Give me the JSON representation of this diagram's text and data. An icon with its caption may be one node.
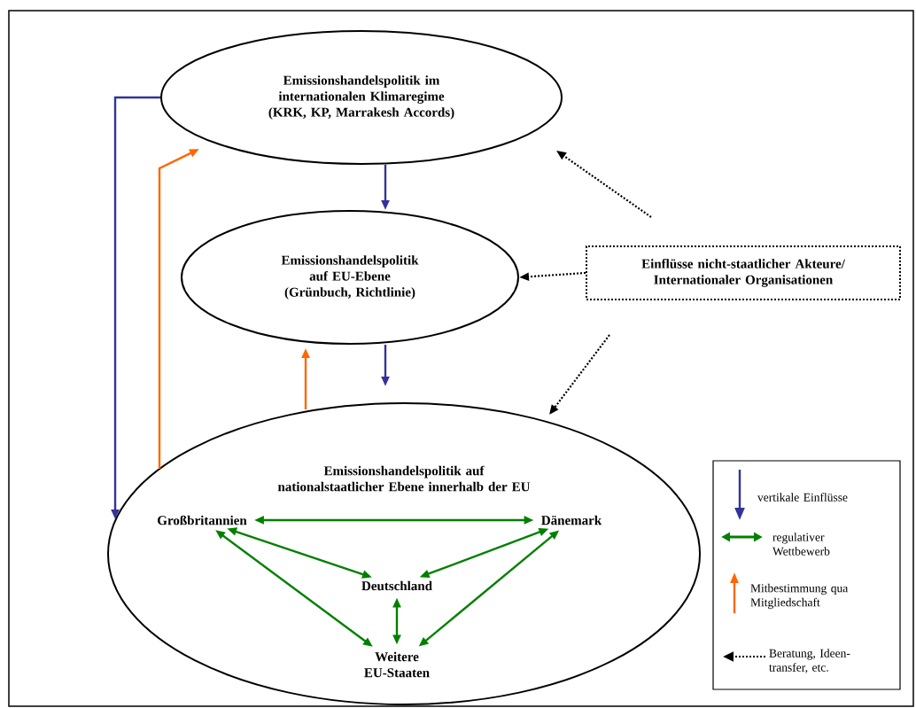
{
  "diagram": {
    "nodes": [
      {
        "text": [
          "Emissionshandelspolitik im internationalen Klimaregime (KRK, KP, Marrakesh Accords)"
        ]
      },
      {
        "text": [
          "Emissionshandelspolitik auf EU-Ebene (Grünbuch, Richtlinie)"
        ]
      },
      {
        "text": [
          "Emissionshandelspolitik auf nationalstaatlicher Ebene innerhalb der EU"
        ]
      },
      {
        "text": [
          "Großbritannien"
        ],
        "in": 2
      },
      {
        "text": [
          "Dänemark"
        ],
        "in": 2
      },
      {
        "text": [
          "Deutschland"
        ],
        "in": 2
      },
      {
        "text": [
          "Weitere EU-Staaten"
        ],
        "in": 2
      },
      {
        "text": [
          "Einflüsse nicht-staatlicher Akteure/ Internationaler Organisationen"
        ]
      }
    ],
    "edges": [
      {
        "from": 0,
        "to": 1,
        "arrow": "to",
        "color": "#333399"
      },
      {
        "from": 1,
        "to": 2,
        "arrow": "to",
        "color": "#333399"
      },
      {
        "from": 0,
        "to": 2,
        "arrow": "to",
        "color": "#333399"
      },
      {
        "from": 2,
        "to": 0,
        "arrow": "to",
        "color": "#ff6600"
      },
      {
        "from": 2,
        "to": 1,
        "arrow": "to",
        "color": "#ff6600"
      },
      {
        "from": 7,
        "to": 0,
        "arrow": "to",
        "style": "dashed",
        "color": "#000000"
      },
      {
        "from": 7,
        "to": 1,
        "arrow": "to",
        "style": "dashed",
        "color": "#000000"
      },
      {
        "from": 7,
        "to": 2,
        "arrow": "to",
        "style": "dashed",
        "color": "#000000"
      },
      {
        "from": 3,
        "to": 4,
        "arrow": "both"
      },
      {
        "from": 3,
        "to": 5,
        "arrow": "both"
      },
      {
        "from": 4,
        "to": 5,
        "arrow": "both"
      },
      {
        "from": 3,
        "to": 6,
        "arrow": "both"
      },
      {
        "from": 4,
        "to": 6,
        "arrow": "both"
      },
      {
        "from": 5,
        "to": 6,
        "arrow": "both"
      }
    ],
    "legend": [
      {
        "text": "vertikale Einflüsse"
      },
      {
        "text": "regulativer Wettbewerb"
      },
      {
        "text": "Mitbestimmung qua Mitgliedschaft"
      },
      {
        "text": "Beratung, Ideen-transfer, etc."
      }
    ]
  }
}
